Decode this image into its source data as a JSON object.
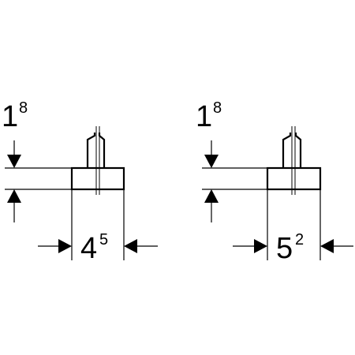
{
  "views": [
    {
      "height_dim": {
        "main": "1",
        "sup": "8"
      },
      "width_dim": {
        "main": "4",
        "sup": "5"
      }
    },
    {
      "height_dim": {
        "main": "1",
        "sup": "8"
      },
      "width_dim": {
        "main": "5",
        "sup": "2"
      }
    }
  ]
}
